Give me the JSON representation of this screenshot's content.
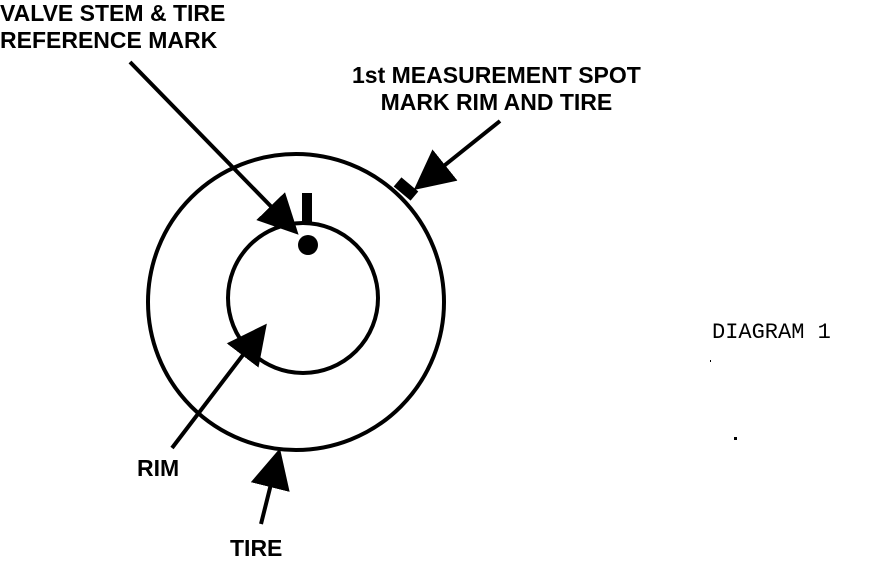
{
  "labels": {
    "valve_line1": "VALVE STEM & TIRE",
    "valve_line2": "REFERENCE MARK",
    "measure_line1": "1st MEASUREMENT SPOT",
    "measure_line2": "MARK RIM AND TIRE",
    "rim": "RIM",
    "tire": "TIRE"
  },
  "caption": "DIAGRAM 1",
  "colors": {
    "ink": "#000000",
    "background": "#ffffff"
  }
}
